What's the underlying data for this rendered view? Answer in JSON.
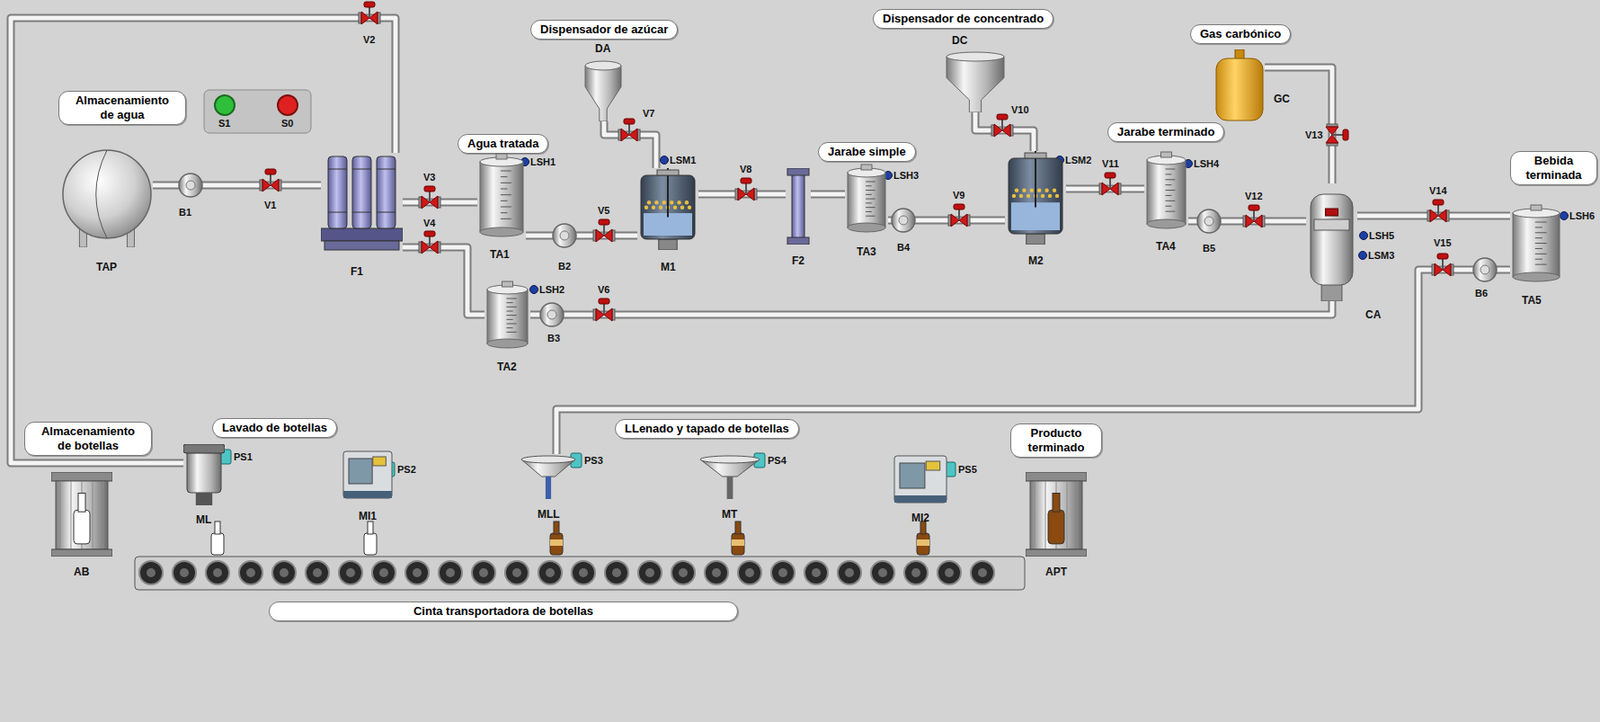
{
  "diagram": {
    "nodes": [
      {
        "text": [
          "Almacenamiento de agua"
        ]
      },
      {
        "text": [
          "TAP"
        ]
      },
      {
        "text": [
          "F1"
        ]
      },
      {
        "text": [
          "Agua tratada"
        ]
      },
      {
        "text": [
          "TA1"
        ]
      },
      {
        "text": [
          "TA2"
        ]
      },
      {
        "text": [
          "Dispensador de azúcar"
        ]
      },
      {
        "text": [
          "DA"
        ]
      },
      {
        "text": [
          "M1"
        ]
      },
      {
        "text": [
          "F2"
        ]
      },
      {
        "text": [
          "Jarabe simple"
        ]
      },
      {
        "text": [
          "TA3"
        ]
      },
      {
        "text": [
          "Dispensador de concentrado"
        ]
      },
      {
        "text": [
          "DC"
        ]
      },
      {
        "text": [
          "M2"
        ]
      },
      {
        "text": [
          "Jarabe terminado"
        ]
      },
      {
        "text": [
          "TA4"
        ]
      },
      {
        "text": [
          "Gas carbónico"
        ]
      },
      {
        "text": [
          "GC"
        ]
      },
      {
        "text": [
          "CA"
        ]
      },
      {
        "text": [
          "Bebida terminada"
        ]
      },
      {
        "text": [
          "TA5"
        ]
      },
      {
        "text": [
          "Almacenamiento de botellas"
        ]
      },
      {
        "text": [
          "AB"
        ]
      },
      {
        "text": [
          "Lavado de botellas"
        ]
      },
      {
        "text": [
          "ML"
        ]
      },
      {
        "text": [
          "MI1"
        ]
      },
      {
        "text": [
          "LLenado y tapado de botellas"
        ]
      },
      {
        "text": [
          "MLL"
        ]
      },
      {
        "text": [
          "MT"
        ]
      },
      {
        "text": [
          "MI2"
        ]
      },
      {
        "text": [
          "Producto terminado"
        ]
      },
      {
        "text": [
          "APT"
        ]
      },
      {
        "text": [
          "Cinta transportadora de botellas"
        ]
      }
    ],
    "edges": [
      {
        "from": 1,
        "to": 2,
        "arrow": "none"
      },
      {
        "from": 2,
        "to": 4,
        "arrow": "none"
      },
      {
        "from": 2,
        "to": 5,
        "arrow": "none"
      },
      {
        "from": 4,
        "to": 8,
        "arrow": "none"
      },
      {
        "from": 7,
        "to": 8,
        "arrow": "none"
      },
      {
        "from": 8,
        "to": 9,
        "arrow": "none"
      },
      {
        "from": 9,
        "to": 11,
        "arrow": "none"
      },
      {
        "from": 11,
        "to": 14,
        "arrow": "none"
      },
      {
        "from": 13,
        "to": 14,
        "arrow": "none"
      },
      {
        "from": 14,
        "to": 16,
        "arrow": "none"
      },
      {
        "from": 16,
        "to": 19,
        "arrow": "none"
      },
      {
        "from": 5,
        "to": 19,
        "arrow": "none"
      },
      {
        "from": 18,
        "to": 19,
        "arrow": "none"
      },
      {
        "from": 19,
        "to": 21,
        "arrow": "none"
      },
      {
        "from": 21,
        "to": 28,
        "arrow": "none"
      },
      {
        "from": 2,
        "to": 25,
        "arrow": "none"
      }
    ],
    "labels": [
      "V2",
      "S1",
      "S0",
      "V1",
      "B1",
      "V3",
      "V4",
      "LSH1",
      "B2",
      "V5",
      "V7",
      "LSM1",
      "V8",
      "LSH3",
      "V9",
      "B4",
      "V10",
      "LSM2",
      "V11",
      "LSH4",
      "B5",
      "V12",
      "V13",
      "LSH5",
      "LSM3",
      "V14",
      "LSH6",
      "V15",
      "B6",
      "LSH2",
      "B3",
      "V6",
      "PS1",
      "PS2",
      "PS3",
      "PS4",
      "PS5"
    ]
  }
}
